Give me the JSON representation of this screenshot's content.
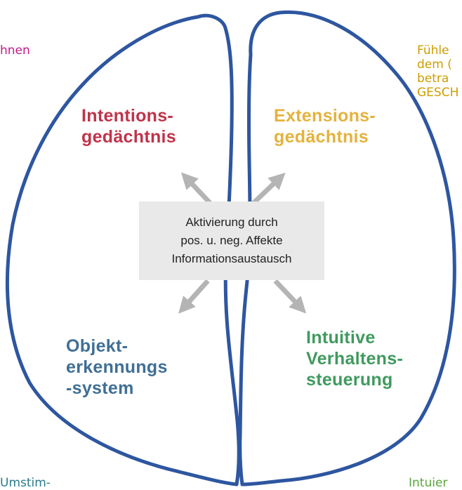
{
  "edge_texts": {
    "top_left": "hnen",
    "top_right": "Fühle\ndem (\nbetra\nGESCH",
    "bottom_left": "Umstim-",
    "bottom_right": "Intuier"
  },
  "quadrants": {
    "top_left": "Intentions-\ngedächtnis",
    "top_right": "Extensions-\ngedächtnis",
    "bottom_left": "Objekt-\nerkennungs\n-system",
    "bottom_right": "Intuitive\nVerhaltens-\nsteuerung"
  },
  "center": {
    "lines": [
      "Aktivierung durch",
      "pos. u. neg. Affekte",
      "Informationsaustausch"
    ]
  },
  "colors": {
    "outline": "#2e56a0",
    "arrow": "#b4b4b4",
    "intention": "#c0334a",
    "extension": "#e4b23e",
    "objekt": "#3f6f95",
    "intuitive": "#3f9a5e",
    "edge_magenta": "#c2188a",
    "edge_yellow": "#cc9d00",
    "edge_teal": "#2a7a8c",
    "edge_green": "#5aa63a"
  }
}
